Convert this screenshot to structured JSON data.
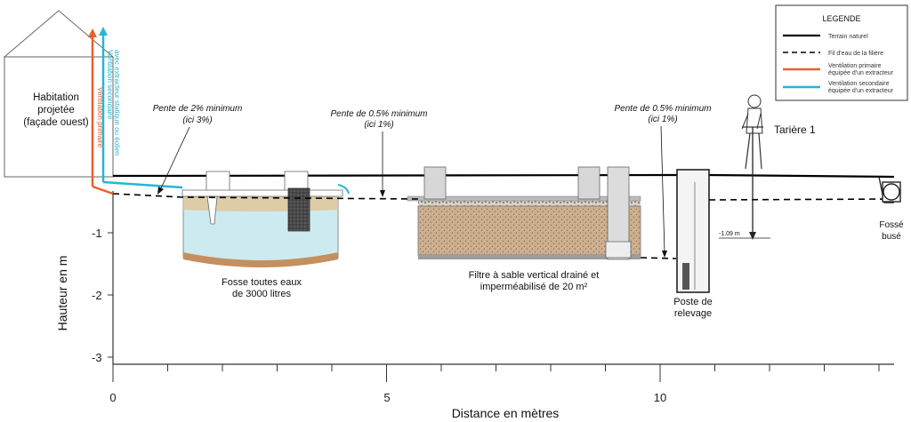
{
  "house": {
    "label_line1": "Habitation",
    "label_line2": "projetée",
    "label_line3": "(façade ouest)"
  },
  "vents": {
    "primary_label": "Ventilation primaire",
    "secondary_label_line1": "Ventilation secondaire",
    "secondary_label_line2": "avec extracteur statique ou éolien"
  },
  "slopes": [
    {
      "line1": "Pente de 2% minimum",
      "line2": "(ici 3%)"
    },
    {
      "line1": "Pente de 0.5% minimum",
      "line2": "(ici 1%)"
    },
    {
      "line1": "Pente de 0.5% minimum",
      "line2": "(ici 1%)"
    }
  ],
  "components": {
    "fosse_line1": "Fosse toutes eaux",
    "fosse_line2": "de 3000 litres",
    "filtre_line1": "Filtre à sable vertical drainé et",
    "filtre_line2": "imperméabilisé de 20 m²",
    "poste_line1": "Poste de",
    "poste_line2": "relevage",
    "tariere": "Tarière 1",
    "tariere_depth": "-1.09 m",
    "fosse_buse_line1": "Fossé",
    "fosse_buse_line2": "busé"
  },
  "legend": {
    "title": "LEGENDE",
    "items": [
      {
        "label": "Terrain naturel",
        "style": "solid",
        "color": "#000000"
      },
      {
        "label": "Fil d'eau de la filière",
        "style": "dashed",
        "color": "#000000"
      },
      {
        "label_line1": "Ventilation primaire",
        "label_line2": "équipée d'un extracteur",
        "style": "solid",
        "color": "#e8602c"
      },
      {
        "label_line1": "Ventilation secondaire",
        "label_line2": "équipée d'un extracteur",
        "style": "solid",
        "color": "#27b5d6"
      }
    ]
  },
  "axes": {
    "xlabel": "Distance en mètres",
    "ylabel": "Hauteur en m",
    "x_ticks": [
      "0",
      "5",
      "10"
    ],
    "y_ticks": [
      "-1",
      "-2",
      "-3"
    ]
  },
  "colors": {
    "primary_vent": "#e8602c",
    "secondary_vent": "#27b5d6",
    "water": "#cdeaf0",
    "sand": "#c8a27a",
    "gravel": "#b9a48a"
  }
}
